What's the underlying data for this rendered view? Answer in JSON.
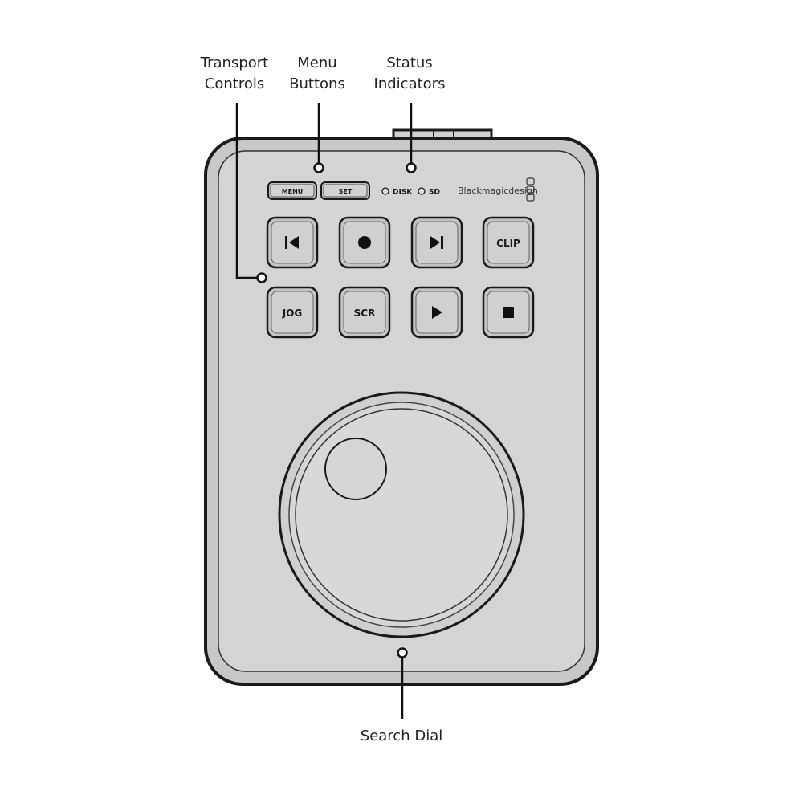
{
  "callouts": {
    "transport": "Transport\nControls",
    "menu": "Menu\nButtons",
    "status": "Status\nIndicators",
    "dial": "Search Dial"
  },
  "menu_buttons": {
    "menu": "MENU",
    "set": "SET"
  },
  "status_indicators": {
    "disk": "DISK",
    "sd": "SD"
  },
  "brand": "Blackmagicdesign",
  "transport_buttons": {
    "previous": "previous-icon",
    "record": "record-icon",
    "next": "next-icon",
    "clip": "CLIP",
    "jog": "JOG",
    "scr": "SCR",
    "play": "play-icon",
    "stop": "stop-icon"
  },
  "colors": {
    "body": "#c8c8c8",
    "face": "#d4d4d4",
    "outline": "#1a1a1a",
    "dial_face": "#d8d8d8"
  }
}
